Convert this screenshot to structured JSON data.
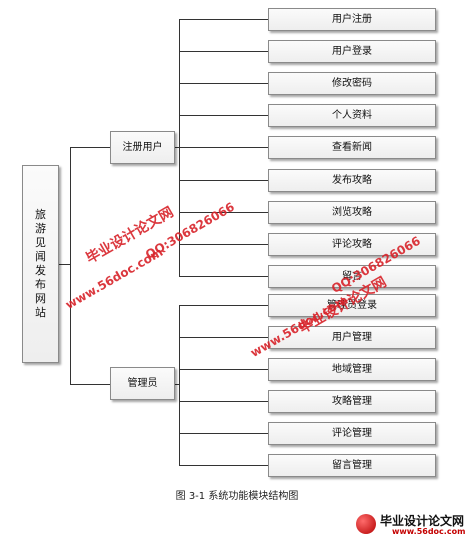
{
  "diagram": {
    "root": "旅游见闻发布网站",
    "groups": [
      {
        "label": "注册用户",
        "children": [
          "用户注册",
          "用户登录",
          "修改密码",
          "个人资料",
          "查看新闻",
          "发布攻略",
          "浏览攻略",
          "评论攻略",
          "留言"
        ]
      },
      {
        "label": "管理员",
        "children": [
          "管理员登录",
          "用户管理",
          "地域管理",
          "攻略管理",
          "评论管理",
          "留言管理"
        ]
      }
    ]
  },
  "caption": "图 3-1  系统功能模块结构图",
  "watermarks": {
    "title": "毕业设计论文网",
    "url": "www.56doc.com",
    "qq": "QQ:306826066"
  },
  "logo": {
    "title": "毕业设计论文网",
    "url": "www.56doc.com"
  }
}
